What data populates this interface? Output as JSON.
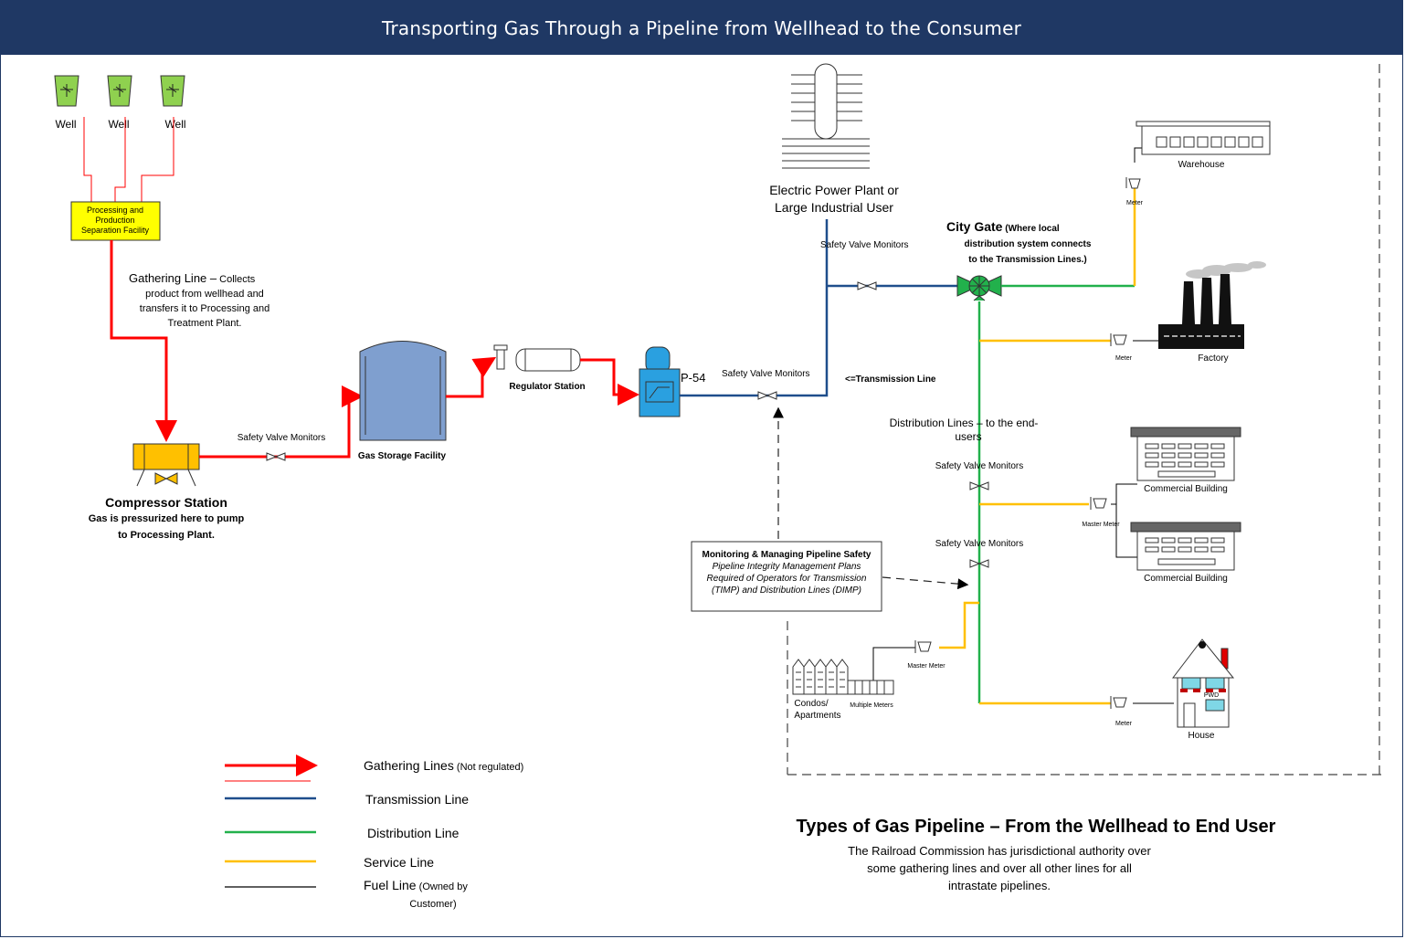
{
  "title": "Transporting Gas Through a Pipeline from Wellhead to the Consumer",
  "colors": {
    "gathering": "#ff0000",
    "transmission": "#1f4e8c",
    "distribution": "#22b14c",
    "service": "#ffc000",
    "fuel": "#000000",
    "header": "#1f3864",
    "well": "#8fd14f",
    "facility": "#ffff00",
    "compressor": "#ffc000",
    "storage": "#7f9fcf",
    "pump": "#2aa0e0"
  },
  "wells": [
    "Well",
    "Well",
    "Well"
  ],
  "processing": [
    "Processing and",
    "Production",
    "Separation Facility"
  ],
  "gathering_note": {
    "head": "Gathering Line –",
    "rest": " Collects",
    "lines": [
      "product from wellhead and",
      "transfers it to Processing and",
      "Treatment Plant."
    ]
  },
  "compressor": {
    "name": "Compressor Station",
    "desc": [
      "Gas is pressurized here to pump",
      "to Processing Plant."
    ]
  },
  "safety_valve": "Safety Valve Monitors",
  "storage": "Gas Storage Facility",
  "regulator": "Regulator Station",
  "pump_label": "P-54",
  "power_plant": [
    "Electric Power Plant or",
    "Large Industrial User"
  ],
  "city_gate": {
    "head": "City Gate",
    "rest": " (Where local",
    "lines": [
      "distribution system connects",
      "to the Transmission Lines.)"
    ]
  },
  "transmission_label": "<=Transmission Line",
  "distribution_label": [
    "Distribution Lines – to the end-",
    "users"
  ],
  "warehouse": "Warehouse",
  "factory": "Factory",
  "commercial": "Commercial Building",
  "house": "House",
  "condos": [
    "Condos/",
    "Apartments"
  ],
  "multiple_meters": "Multiple Meters",
  "meter": "Meter",
  "master_meter": "Master Meter",
  "monitoring": {
    "head": "Monitoring & Managing Pipeline Safety",
    "lines": [
      "Pipeline Integrity Management Plans",
      "Required of Operators for Transmission",
      "(TIMP) and Distribution Lines (DIMP)"
    ]
  },
  "legend": [
    {
      "label": "Gathering Lines",
      "note": " (Not regulated)"
    },
    {
      "label": "Transmission Line",
      "note": ""
    },
    {
      "label": "Distribution Line",
      "note": ""
    },
    {
      "label": "Service Line",
      "note": ""
    },
    {
      "label": "Fuel Line",
      "note": " (Owned by",
      "note2": "Customer)"
    }
  ],
  "types_title": "Types of Gas Pipeline – From the Wellhead to End User",
  "types_desc": [
    "The Railroad Commission has jurisdictional authority over",
    "some gathering lines and over all other lines for all",
    "intrastate pipelines."
  ],
  "pwd": "PWD"
}
